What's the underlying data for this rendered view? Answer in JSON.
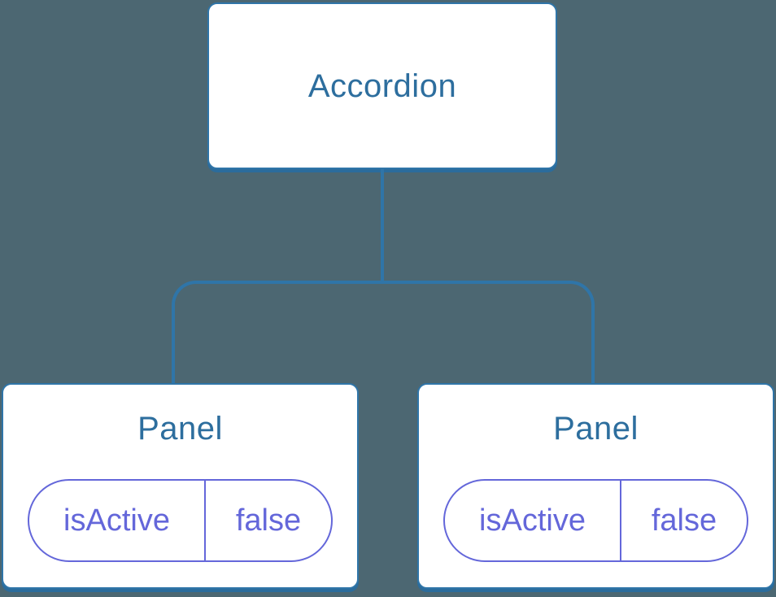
{
  "diagram": {
    "description": "component-tree-state-diagram",
    "tree": {
      "root": {
        "label": "Accordion"
      },
      "children": [
        {
          "label": "Panel",
          "state": {
            "key": "isActive",
            "value": "false"
          }
        },
        {
          "label": "Panel",
          "state": {
            "key": "isActive",
            "value": "false"
          }
        }
      ]
    }
  },
  "colors": {
    "background": "#4C6772",
    "box_fill": "#FFFFFF",
    "box_border": "#2F75A8",
    "box_shadow": "#2B6C9C",
    "title_text": "#2D6E9E",
    "state_accent": "#6467DA"
  }
}
